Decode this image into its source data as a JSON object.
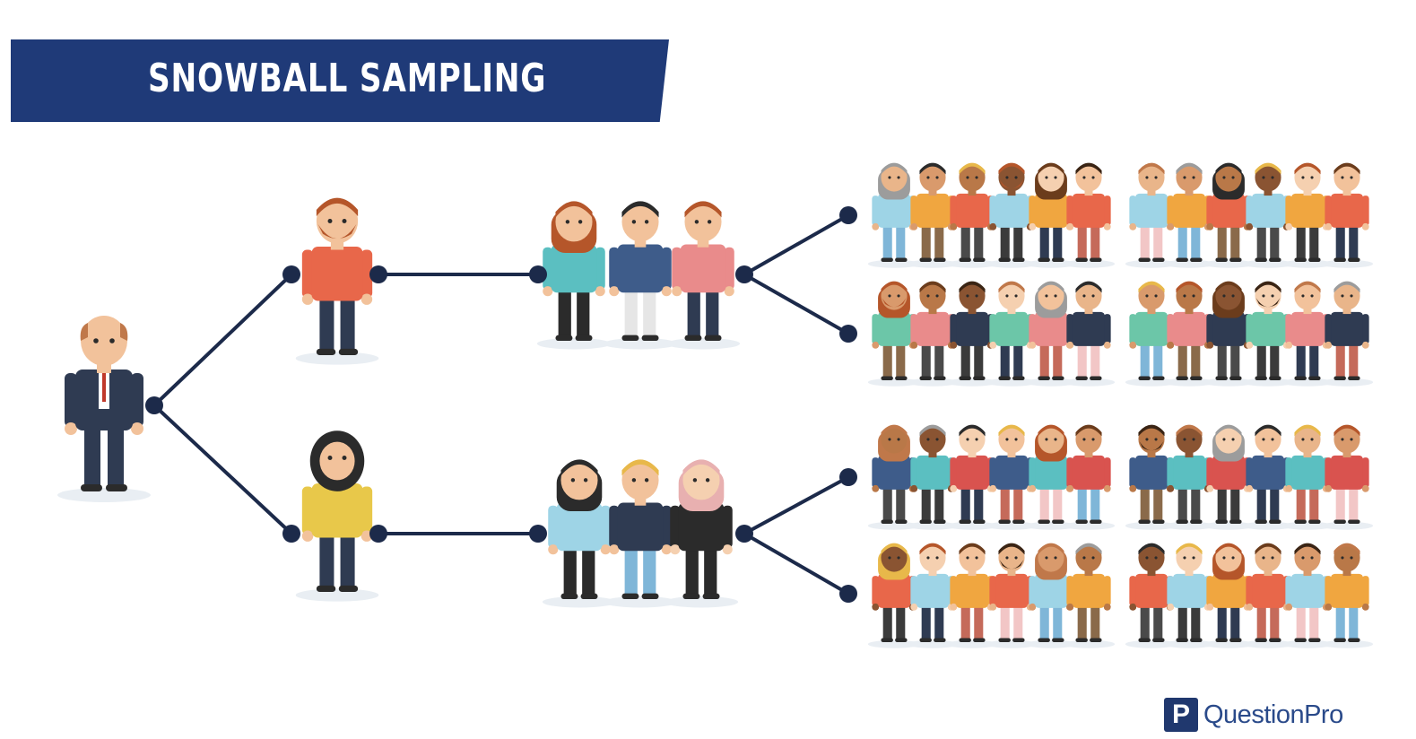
{
  "title": "SNOWBALL SAMPLING",
  "brand": {
    "mark": "P",
    "name": "QuestionPro"
  },
  "colors": {
    "banner": "#1f3a78",
    "connector": "#1c2a4a",
    "brand": "#20386e"
  },
  "structure": {
    "seed": 1,
    "first_referrals": 2,
    "second_wave_groups": 2,
    "second_wave_group_size": 3,
    "final_rows": 4,
    "people_per_final_row": 12
  }
}
